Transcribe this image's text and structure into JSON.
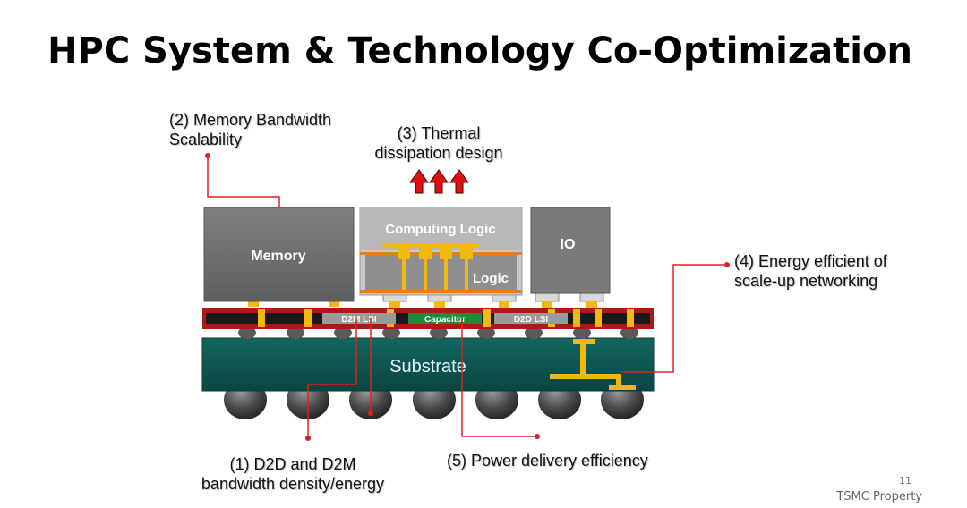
{
  "slide": {
    "title": "HPC System & Technology Co-Optimization",
    "page_number": "11",
    "footer": "TSMC Property"
  },
  "diagram": {
    "blocks": {
      "memory": "Memory",
      "computing_logic": "Computing Logic",
      "logic": "Logic",
      "io": "IO",
      "substrate": "Substrate",
      "d2m_lsi": "D2M LSI",
      "capacitor": "Capacitor",
      "d2d_lsi": "D2D LSI"
    },
    "callouts": {
      "c1_line1": "(1) D2D and D2M",
      "c1_line2": "bandwidth density/energy",
      "c2_line1": "(2) Memory Bandwidth",
      "c2_line2": "Scalability",
      "c3_line1": "(3) Thermal",
      "c3_line2": "dissipation design",
      "c4_line1": "(4) Energy efficient of",
      "c4_line2": "scale-up networking",
      "c5": "(5) Power delivery efficiency"
    },
    "colors": {
      "leader_line": "#e02020",
      "arrow_red": "#e01010",
      "interconnect_yellow": "#f2b80f",
      "substrate_teal": "#0f5a55",
      "interposer_red": "#b01818",
      "capacitor_green": "#1f8a3a"
    }
  }
}
